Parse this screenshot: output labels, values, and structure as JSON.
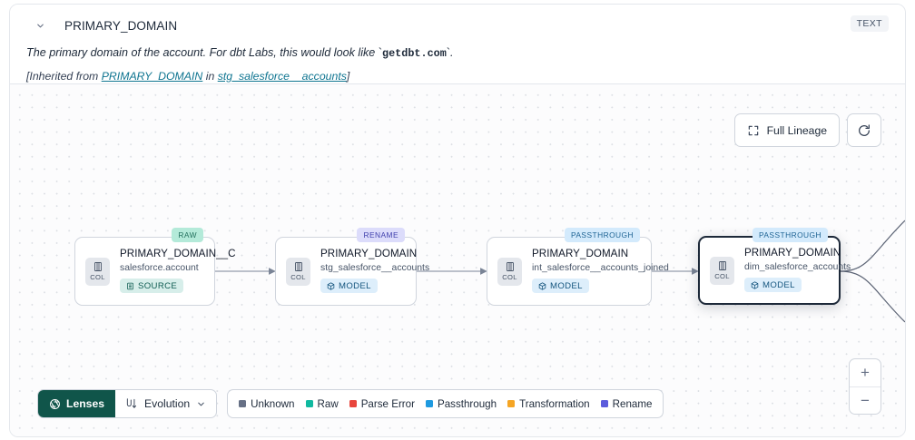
{
  "header": {
    "collapse_icon": "chevron-down-icon",
    "title": "PRIMARY_DOMAIN",
    "type_badge": "TEXT",
    "description_pre": "The primary domain of the account. For dbt Labs, this would look like ",
    "description_code": "getdbt.com",
    "description_post": ".",
    "inherited_prefix": "[Inherited from ",
    "inherited_column": "PRIMARY_DOMAIN",
    "inherited_joiner": " in ",
    "inherited_model": "stg_salesforce__accounts",
    "inherited_suffix": "]"
  },
  "controls": {
    "full_lineage_label": "Full Lineage",
    "full_lineage_icon": "expand-icon",
    "refresh_icon": "refresh-icon",
    "zoom_in_label": "+",
    "zoom_out_label": "−"
  },
  "graph": {
    "nodes": [
      {
        "tag": "RAW",
        "tag_style": "tag-raw",
        "chip_label": "COL",
        "name": "PRIMARY_DOMAIN__C",
        "subtitle": "salesforce.account",
        "kind": "SOURCE",
        "kind_style": "kind-source",
        "kind_icon": "database-icon",
        "selected": false
      },
      {
        "tag": "RENAME",
        "tag_style": "tag-rename",
        "chip_label": "COL",
        "name": "PRIMARY_DOMAIN",
        "subtitle": "stg_salesforce__accounts",
        "kind": "MODEL",
        "kind_style": "kind-model",
        "kind_icon": "cube-icon",
        "selected": false
      },
      {
        "tag": "PASSTHROUGH",
        "tag_style": "tag-passthrough",
        "chip_label": "COL",
        "name": "PRIMARY_DOMAIN",
        "subtitle": "int_salesforce__accounts_joined",
        "kind": "MODEL",
        "kind_style": "kind-model",
        "kind_icon": "cube-icon",
        "selected": false
      },
      {
        "tag": "PASSTHROUGH",
        "tag_style": "tag-passthrough",
        "chip_label": "COL",
        "name": "PRIMARY_DOMAIN",
        "subtitle": "dim_salesforce_accounts",
        "kind": "MODEL",
        "kind_style": "kind-model",
        "kind_icon": "cube-icon",
        "selected": true
      }
    ]
  },
  "bottombar": {
    "lenses_label": "Lenses",
    "lenses_icon": "aperture-icon",
    "evolution_label": "Evolution",
    "evolution_icon": "flow-icon",
    "evolution_chevron": "chevron-down-icon",
    "legend": [
      {
        "label": "Unknown",
        "color": "#667085"
      },
      {
        "label": "Raw",
        "color": "#10b9a0"
      },
      {
        "label": "Parse Error",
        "color": "#e8453c"
      },
      {
        "label": "Passthrough",
        "color": "#1e9ae0"
      },
      {
        "label": "Transformation",
        "color": "#f5a524"
      },
      {
        "label": "Rename",
        "color": "#5b5bdc"
      }
    ]
  }
}
